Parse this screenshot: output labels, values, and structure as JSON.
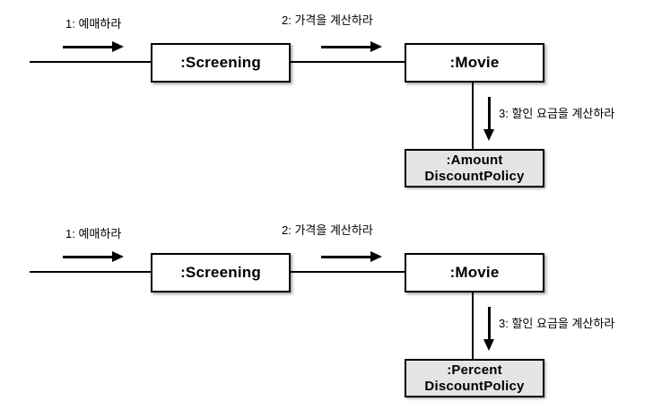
{
  "colors": {
    "background": "#ffffff",
    "line": "#000000",
    "box_border": "#000000",
    "white_box_fill": "#ffffff",
    "gray_box_fill": "#e5e5e5",
    "text": "#000000"
  },
  "diagrams": {
    "top": {
      "message1": "1: 예매하라",
      "message2": "2: 가격을 계산하라",
      "message3": "3: 할인 요금을 계산하라",
      "screening_label": ":Screening",
      "movie_label": ":Movie",
      "policy_label_line1": ":Amount",
      "policy_label_line2": "DiscountPolicy"
    },
    "bottom": {
      "message1": "1: 예매하라",
      "message2": "2: 가격을 계산하라",
      "message3": "3: 할인 요금을 계산하라",
      "screening_label": ":Screening",
      "movie_label": ":Movie",
      "policy_label_line1": ":Percent",
      "policy_label_line2": "DiscountPolicy"
    }
  }
}
